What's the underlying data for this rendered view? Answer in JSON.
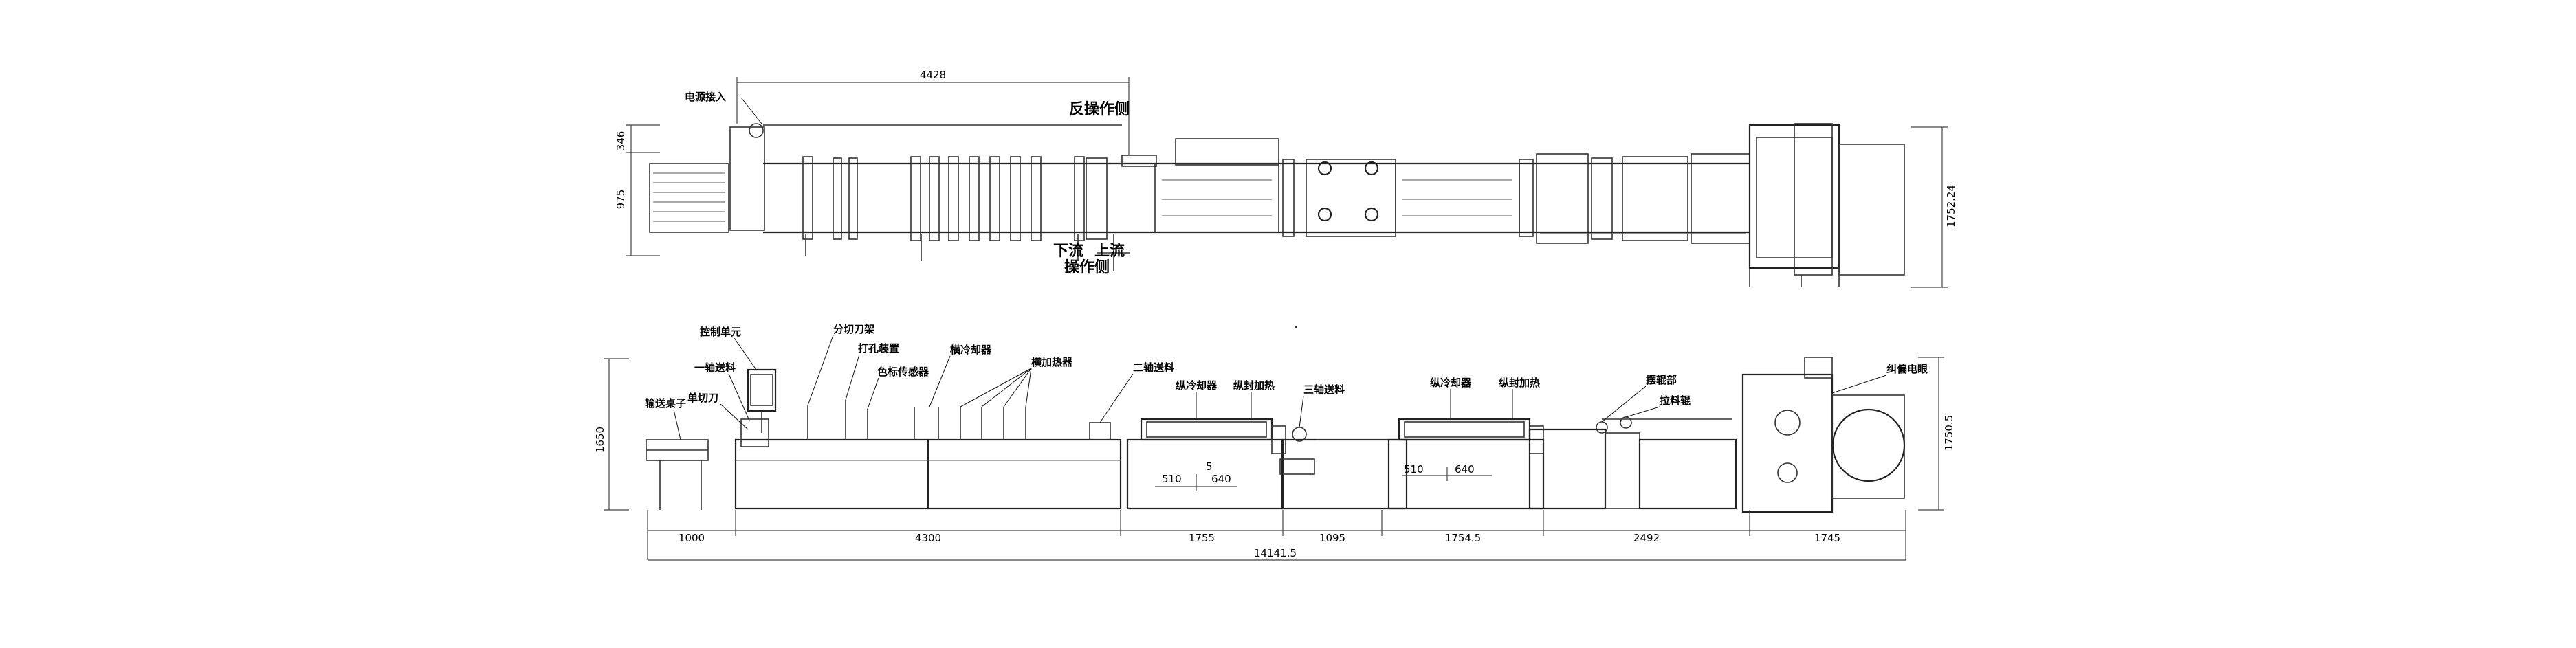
{
  "top_view": {
    "dim_4428": "4428",
    "dim_346": "346",
    "dim_975": "975",
    "dim_1752_24": "1752.24",
    "label_power_input": "电源接入",
    "label_reverse_side": "反操作侧",
    "label_downstream": "下流",
    "label_upstream": "上流",
    "label_operation_side": "操作侧"
  },
  "side_view": {
    "labels": {
      "control_unit": "控制单元",
      "slitting_knife": "分切刀架",
      "punching": "打孔装置",
      "cross_cooler": "横冷却器",
      "cross_heater": "横加热器",
      "color_sensor": "色标传感器",
      "first_axis_feed": "一轴送料",
      "single_knife": "单切刀",
      "conveyor_table": "输送桌子",
      "second_axis_feed": "二轴送料",
      "long_cooler_1": "纵冷却器",
      "long_seal_heat_1": "纵封加热",
      "third_axis_feed": "三轴送料",
      "long_cooler_2": "纵冷却器",
      "long_seal_heat_2": "纵封加热",
      "swing_roller": "摆辊部",
      "pull_roller": "拉料辊",
      "correction_eye": "纠偏电眼"
    },
    "inner_dims": {
      "d510_a": "510",
      "d640_a": "640",
      "d5": "5",
      "d510_b": "510",
      "d640_b": "640"
    },
    "height_left": "1650",
    "height_right": "1750.5",
    "bottom_dims": [
      "1000",
      "4300",
      "1755",
      "1095",
      "1754.5",
      "2492",
      "1745"
    ],
    "total_length": "14141.5"
  }
}
